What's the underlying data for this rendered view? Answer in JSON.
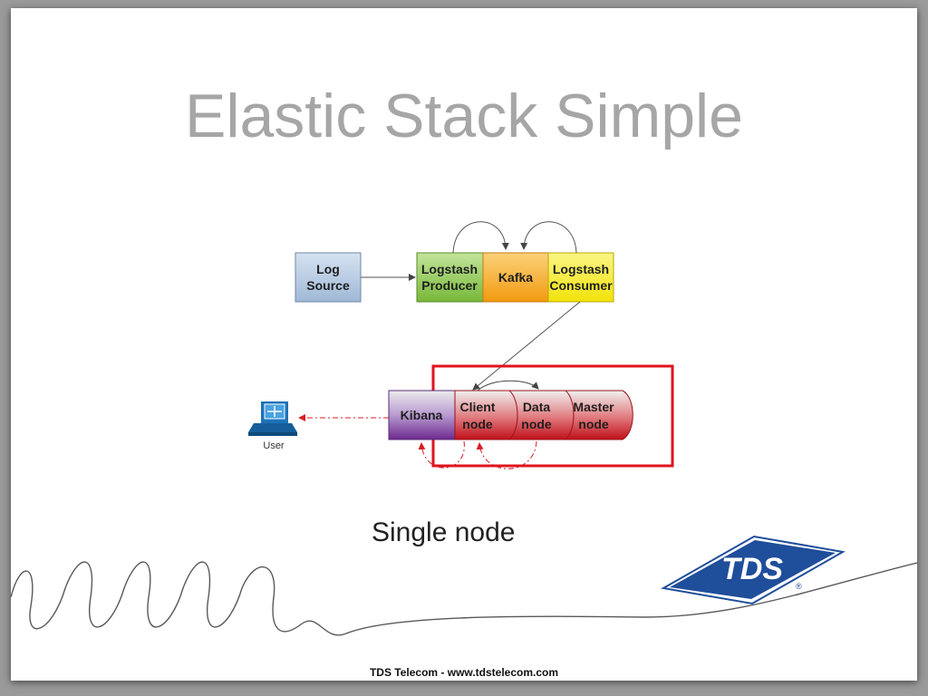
{
  "slide": {
    "title": "Elastic Stack Simple",
    "caption": "Single node",
    "footer": "TDS Telecom - www.tdstelecom.com"
  },
  "diagram": {
    "log_source": [
      "Log",
      "Source"
    ],
    "logstash_producer": [
      "Logstash",
      "Producer"
    ],
    "kafka": "Kafka",
    "logstash_consumer": [
      "Logstash",
      "Consumer"
    ],
    "kibana": "Kibana",
    "client_node": [
      "Client",
      "node"
    ],
    "data_node": [
      "Data",
      "node"
    ],
    "master_node": [
      "Master",
      "node"
    ],
    "user_label": "User"
  },
  "logo": {
    "text": "TDS",
    "registered_mark": "®"
  },
  "colors": {
    "title": "#a6a6a6",
    "cluster_border": "#e0141e",
    "logo_blue": "#1f4e9a",
    "log_source": "#b8cde4",
    "producer": "#8dc63f",
    "kafka": "#f9b233",
    "consumer": "#f5ea14",
    "kibana": "#7a3d9a",
    "nodes": "#c8141b"
  }
}
